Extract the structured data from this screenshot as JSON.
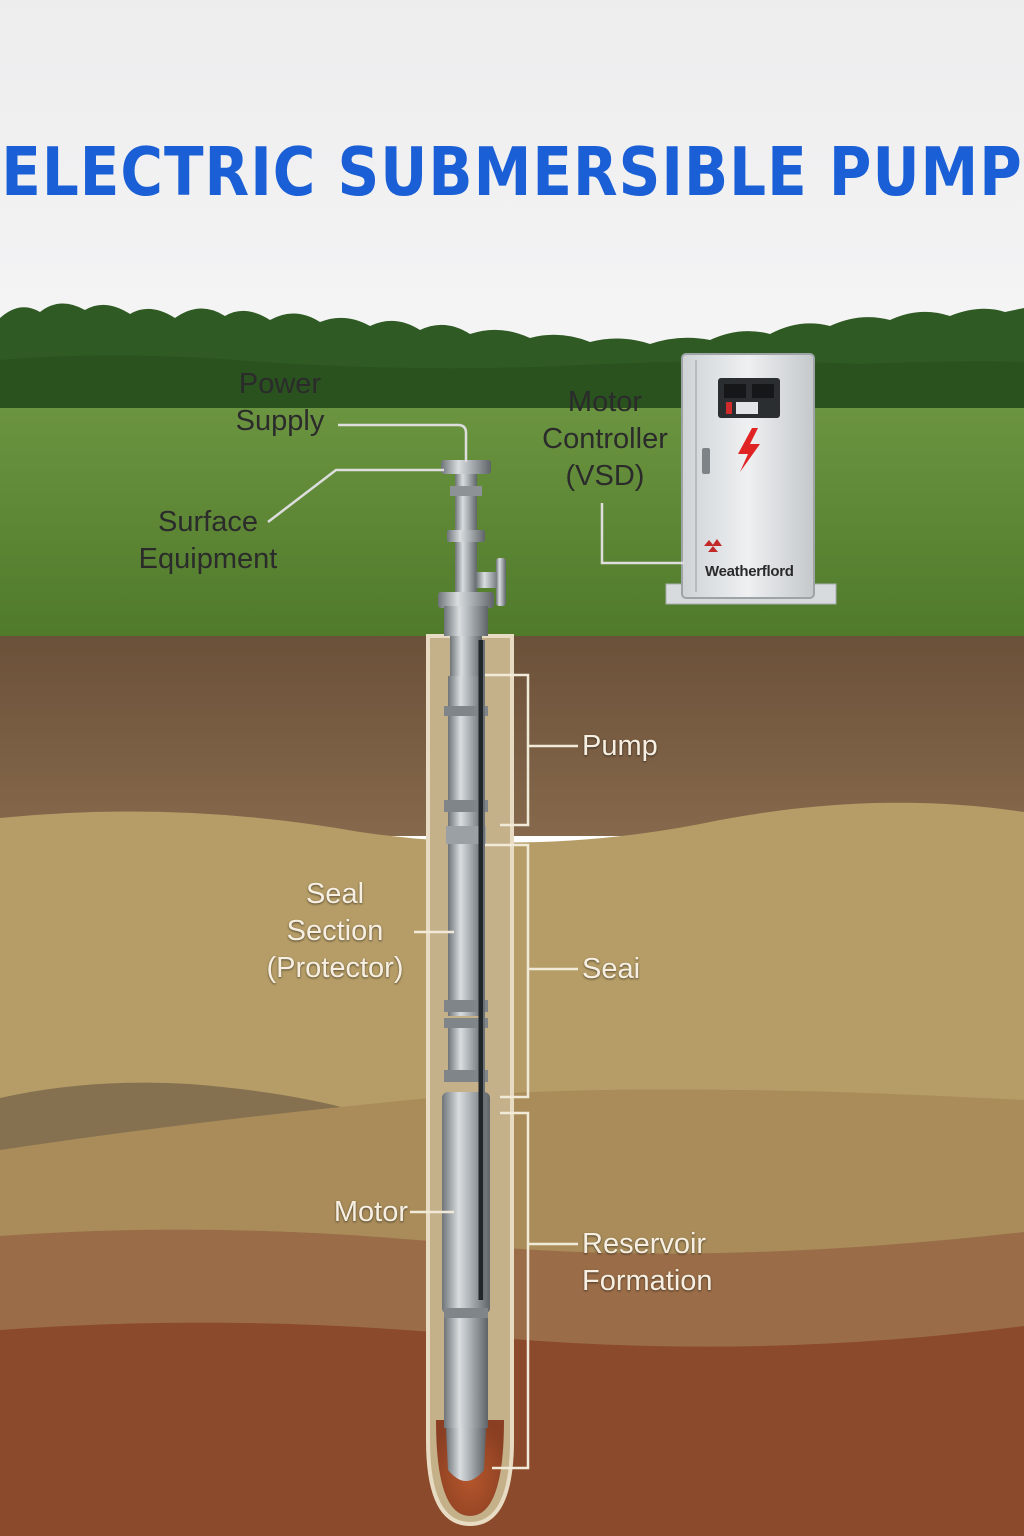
{
  "title": "ELECTRIC SUBMERSIBLE PUMP",
  "colors": {
    "title": "#1a5fd6",
    "sky": "#f2f3f4",
    "grass": "#5f8a34",
    "trees": "#2f5a23",
    "soil_top": "#7a6149",
    "soil_sand": "#b79e68",
    "soil_deep": "#8d4b2c",
    "steel": "#a9afb3",
    "bracket": "#f2ead8",
    "bolt": "#e02424"
  },
  "labels": {
    "power_supply": "Power\nSupply",
    "surface_equipment": "Surface\nEquipment",
    "motor_controller": "Motor\nController\n(VSD)",
    "pump": "Pump",
    "seal_section": "Seal\nSection\n(Protector)",
    "seal": "Seai",
    "motor": "Motor",
    "reservoir_formation": "Reservoir\nFormation"
  },
  "cabinet": {
    "brand": "Weatherflord",
    "icon": "lightning-bolt-icon"
  }
}
